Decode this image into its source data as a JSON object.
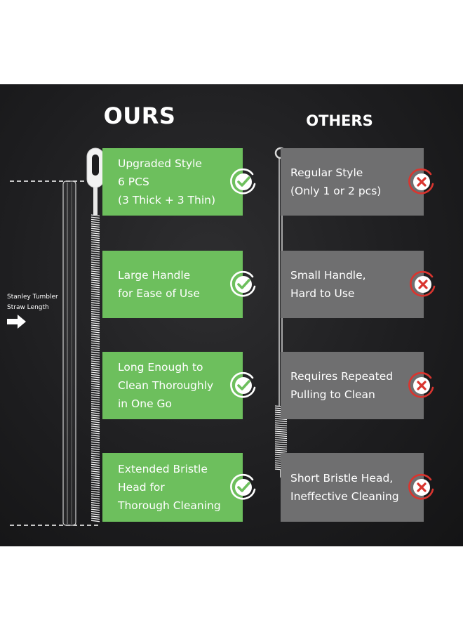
{
  "ours": {
    "heading": "OURS",
    "items": [
      {
        "lines": [
          "Upgraded Style",
          "6 PCS",
          "(3 Thick + 3 Thin)"
        ],
        "badge": "check-badge-icon"
      },
      {
        "lines": [
          "Large Handle",
          "for Ease of Use"
        ],
        "badge": "check-badge-icon"
      },
      {
        "lines": [
          "Long Enough to",
          "Clean Thoroughly",
          "in One Go"
        ],
        "badge": "check-badge-icon"
      },
      {
        "lines": [
          "Extended Bristle",
          "Head for",
          "Thorough Cleaning"
        ],
        "badge": "check-badge-icon"
      }
    ]
  },
  "others": {
    "heading": "OTHERS",
    "items": [
      {
        "lines": [
          "Regular Style",
          "(Only 1 or 2 pcs)"
        ],
        "badge": "cross-badge-icon"
      },
      {
        "lines": [
          "Small Handle,",
          "Hard to Use"
        ],
        "badge": "cross-badge-icon"
      },
      {
        "lines": [
          "Requires Repeated",
          "Pulling to Clean"
        ],
        "badge": "cross-badge-icon"
      },
      {
        "lines": [
          "Short Bristle Head,",
          "Ineffective Cleaning"
        ],
        "badge": "cross-badge-icon"
      }
    ]
  },
  "straw_label": {
    "line1": "Stanley Tumbler",
    "line2": "Straw Length"
  },
  "colors": {
    "green": "#6dbf5d",
    "gray": "#6f6f70",
    "background": "#1d1d1f",
    "cross_red": "#d9352f"
  }
}
